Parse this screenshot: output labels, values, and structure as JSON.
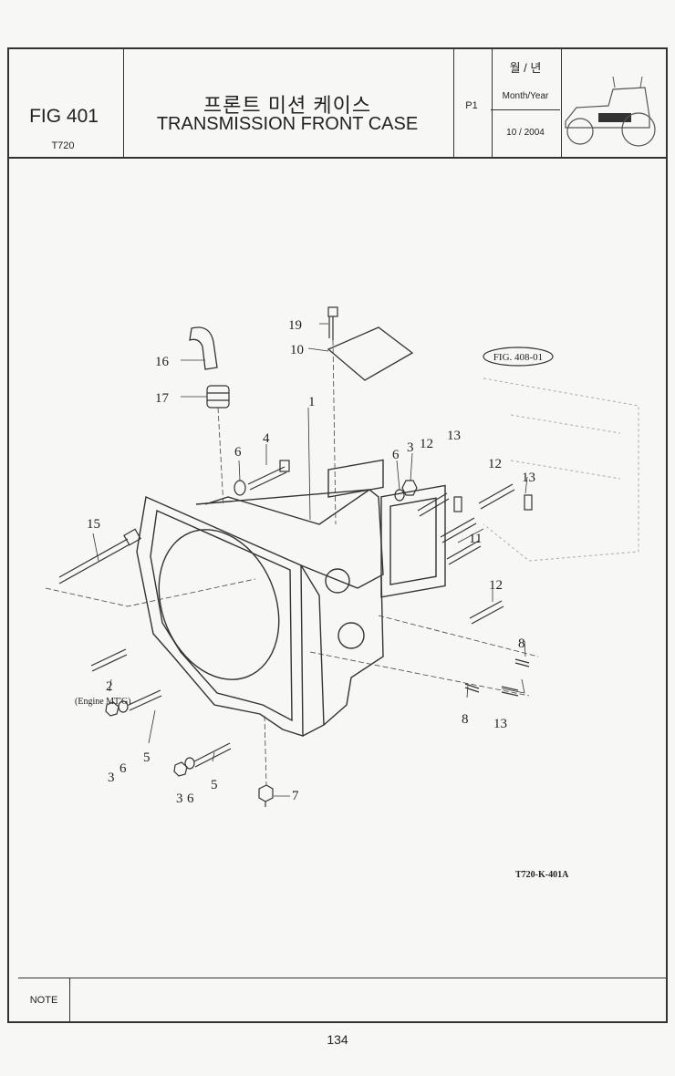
{
  "header": {
    "fig_number": "FIG 401",
    "model": "T720",
    "title_korean": "프론트 미션 케이스",
    "title_english": "TRANSMISSION FRONT CASE",
    "page_code": "P1",
    "date_heading_korean": "월 / 년",
    "date_label": "Month/Year",
    "date_value": "10 / 2004",
    "icon": "tractor-icon"
  },
  "diagram": {
    "callouts": [
      "1",
      "2",
      "3",
      "3",
      "3",
      "4",
      "5",
      "5",
      "6",
      "6",
      "6",
      "6",
      "7",
      "8",
      "8",
      "10",
      "11",
      "12",
      "12",
      "12",
      "13",
      "13",
      "13",
      "15",
      "16",
      "17",
      "19"
    ],
    "engine_note": "(Engine MT'G)",
    "reference": "FIG. 408-01",
    "drawing_number": "T720-K-401A"
  },
  "footer": {
    "note_label": "NOTE",
    "page_number": "134"
  }
}
